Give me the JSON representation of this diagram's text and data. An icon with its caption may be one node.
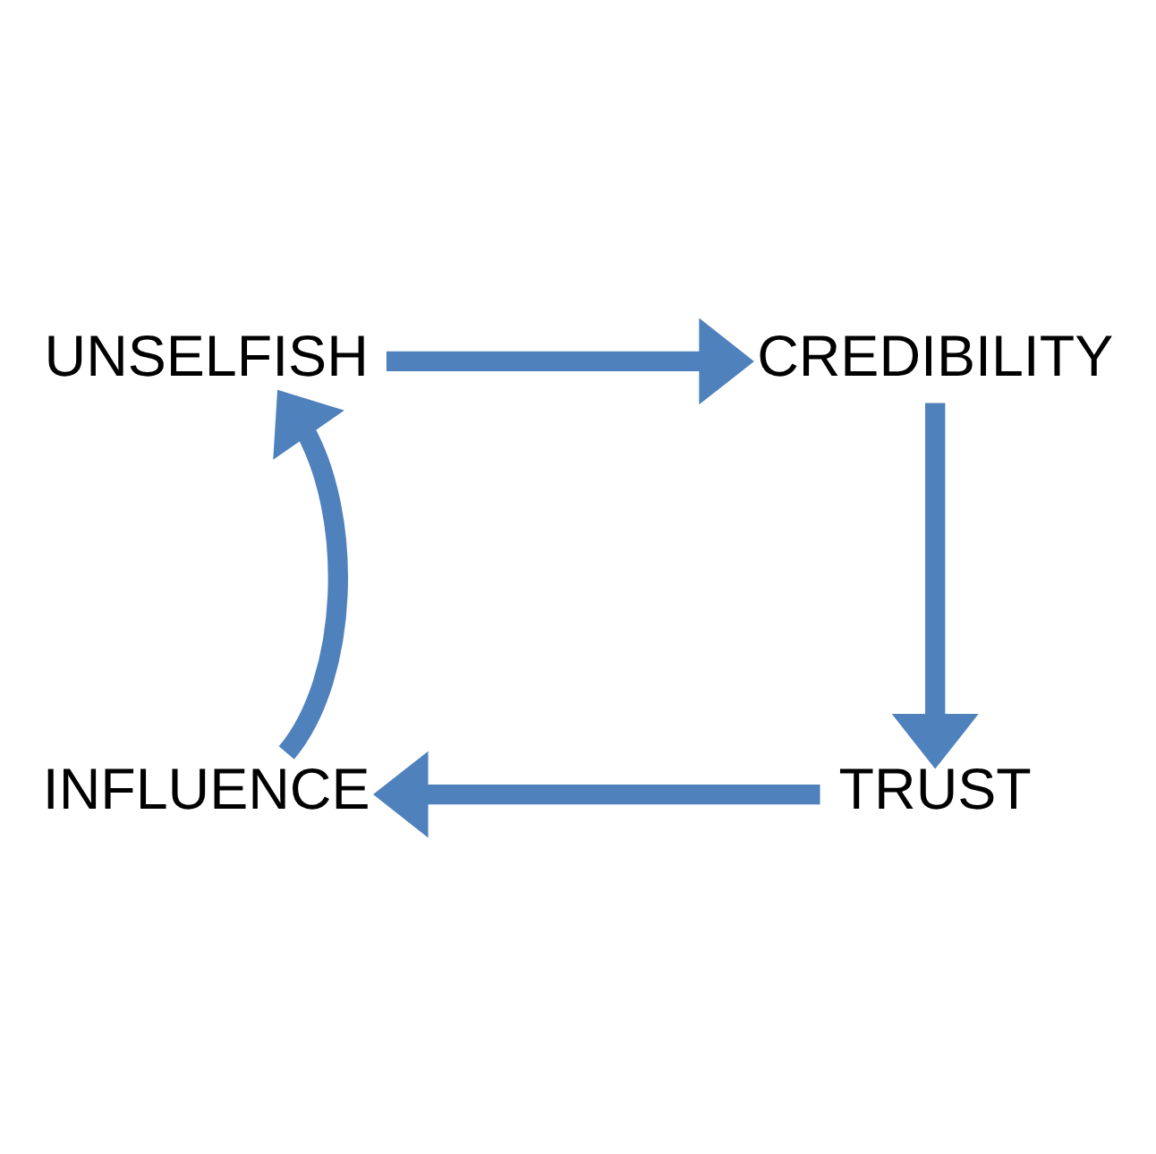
{
  "diagram": {
    "nodes": [
      {
        "text": [
          "UNSELFISH"
        ]
      },
      {
        "text": [
          "CREDIBILITY"
        ]
      },
      {
        "text": [
          "TRUST"
        ]
      },
      {
        "text": [
          "INFLUENCE"
        ]
      }
    ],
    "edges": [
      {
        "from": 0,
        "to": 1,
        "arrow": "to"
      },
      {
        "from": 1,
        "to": 2,
        "arrow": "to"
      },
      {
        "from": 2,
        "to": 3,
        "arrow": "to"
      },
      {
        "from": 3,
        "to": 0,
        "arrow": "to"
      }
    ]
  }
}
